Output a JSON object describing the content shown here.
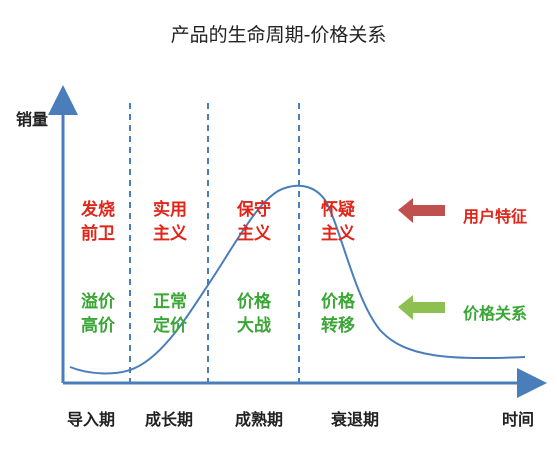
{
  "title": "产品的生命周期-价格关系",
  "axes": {
    "y_label": "销量",
    "x_label": "时间"
  },
  "phases": [
    {
      "name": "导入期",
      "user": [
        "发烧",
        "前卫"
      ],
      "price": [
        "溢价",
        "高价"
      ]
    },
    {
      "name": "成长期",
      "user": [
        "实用",
        "主义"
      ],
      "price": [
        "正常",
        "定价"
      ]
    },
    {
      "name": "成熟期",
      "user": [
        "保守",
        "主义"
      ],
      "price": [
        "价格",
        "大战"
      ]
    },
    {
      "name": "衰退期",
      "user": [
        "怀疑",
        "主义"
      ],
      "price": [
        "价格",
        "转移"
      ]
    }
  ],
  "legend": {
    "user_features": "用户特征",
    "price_relation": "价格关系"
  },
  "colors": {
    "axis": "#4a7ebb",
    "user_text": "#e0261b",
    "price_text": "#3aa635",
    "user_arrow": "#c0504d",
    "price_arrow": "#8cc152"
  }
}
